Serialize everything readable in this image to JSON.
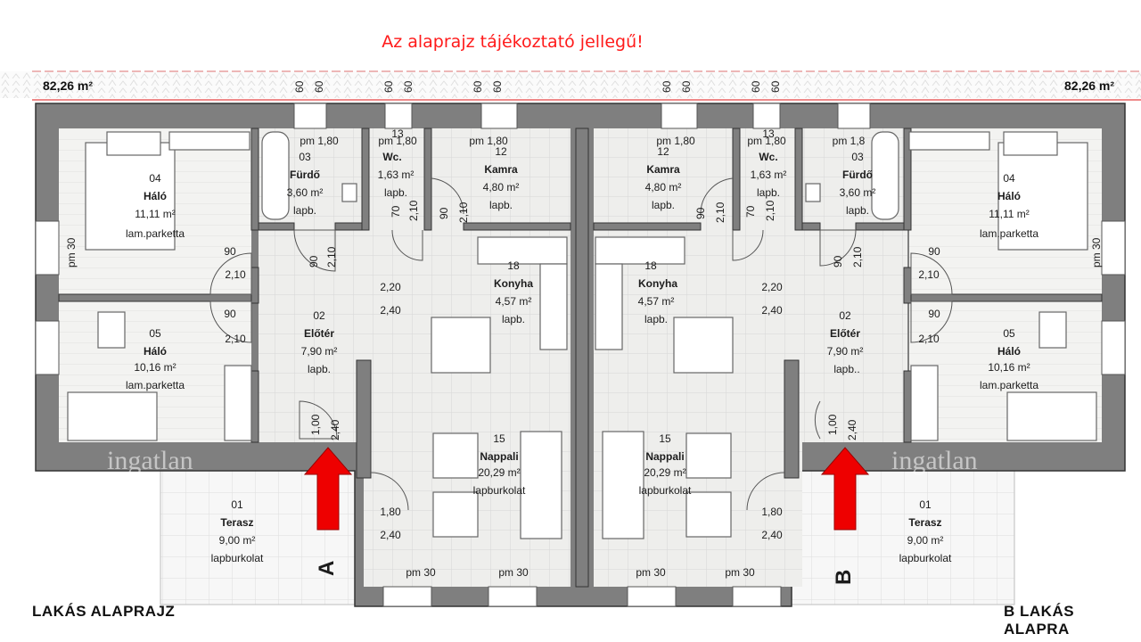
{
  "disclaimer": "Az alaprajz tájékoztató jellegű!",
  "area_a": "82,26 m²",
  "area_b": "82,26 m²",
  "footer_a": "LAKÁS ALAPRAJZ",
  "footer_b": "B LAKÁS ALAPRA",
  "unit_letter_a": "A",
  "unit_letter_b": "B",
  "watermark": "ingatlan",
  "colors": {
    "wall": "#7f7f7f",
    "wall_edge": "#333333",
    "floor": "#eeeeec",
    "tile_line": "#d6d6d6",
    "arrow": "#ee0000",
    "disclaimer": "#ff1a1a"
  },
  "top_dims": [
    "60",
    "60",
    "60",
    "60",
    "60",
    "60",
    "60",
    "60",
    "60",
    "60"
  ],
  "rooms_a": {
    "halo_04": {
      "num": "04",
      "name": "Háló",
      "area": "11,11 m²",
      "floor": "lam.parketta"
    },
    "halo_05": {
      "num": "05",
      "name": "Háló",
      "area": "10,16 m²",
      "floor": "lam.parketta"
    },
    "furdo": {
      "pm": "pm 1,80",
      "num": "03",
      "name": "Fürdő",
      "area": "3,60 m²",
      "floor": "lapb."
    },
    "wc": {
      "pm": "pm 1,80",
      "num": "13",
      "name": "Wc.",
      "area": "1,63 m²",
      "floor": "lapb."
    },
    "kamra": {
      "pm": "pm 1,80",
      "num": "12",
      "name": "Kamra",
      "area": "4,80 m²",
      "floor": "lapb."
    },
    "konyha": {
      "num": "18",
      "name": "Konyha",
      "area": "4,57 m²",
      "floor": "lapb."
    },
    "eloter": {
      "num": "02",
      "name": "Előtér",
      "area": "7,90 m²",
      "floor": "lapb."
    },
    "nappali": {
      "num": "15",
      "name": "Nappali",
      "area": "20,29 m²",
      "floor": "lapburkolat"
    },
    "terasz": {
      "num": "01",
      "name": "Terasz",
      "area": "9,00 m²",
      "floor": "lapburkolat"
    }
  },
  "rooms_b": {
    "halo_04": {
      "num": "04",
      "name": "Háló",
      "area": "11,11 m²",
      "floor": "lam.parketta"
    },
    "halo_05": {
      "num": "05",
      "name": "Háló",
      "area": "10,16 m²",
      "floor": "lam.parketta"
    },
    "furdo": {
      "pm": "pm 1,8",
      "num": "03",
      "name": "Fürdő",
      "area": "3,60 m²",
      "floor": "lapb."
    },
    "wc": {
      "pm": "pm 1,80",
      "num": "13",
      "name": "Wc.",
      "area": "1,63 m²",
      "floor": "lapb."
    },
    "kamra": {
      "pm": "pm 1,80",
      "num": "12",
      "name": "Kamra",
      "area": "4,80 m²",
      "floor": "lapb."
    },
    "konyha": {
      "num": "18",
      "name": "Konyha",
      "area": "4,57 m²",
      "floor": "lapb."
    },
    "eloter": {
      "num": "02",
      "name": "Előtér",
      "area": "7,90 m²",
      "floor": "lapb.."
    },
    "nappali": {
      "num": "15",
      "name": "Nappali",
      "area": "20,29 m²",
      "floor": "lapburkolat"
    },
    "terasz": {
      "num": "01",
      "name": "Terasz",
      "area": "9,00 m²",
      "floor": "lapburkolat"
    }
  },
  "dims_a": {
    "door_90": "90",
    "door_210": "2,10",
    "open_220": "2,20",
    "open_240": "2,40",
    "entry_100": "1,00",
    "entry_240": "2,40",
    "win_180": "1,80",
    "win_240": "2,40",
    "pm30": "pm 30",
    "pm30_side": "pm 30"
  },
  "dims_b": {
    "door_90": "90",
    "door_210": "2,10",
    "open_220": "2,20",
    "open_240": "2,40",
    "entry_100": "1,00",
    "entry_240": "2,40",
    "win_180": "1,80",
    "win_240": "2,40",
    "pm30": "pm 30",
    "pm30_side": "pm 30"
  }
}
